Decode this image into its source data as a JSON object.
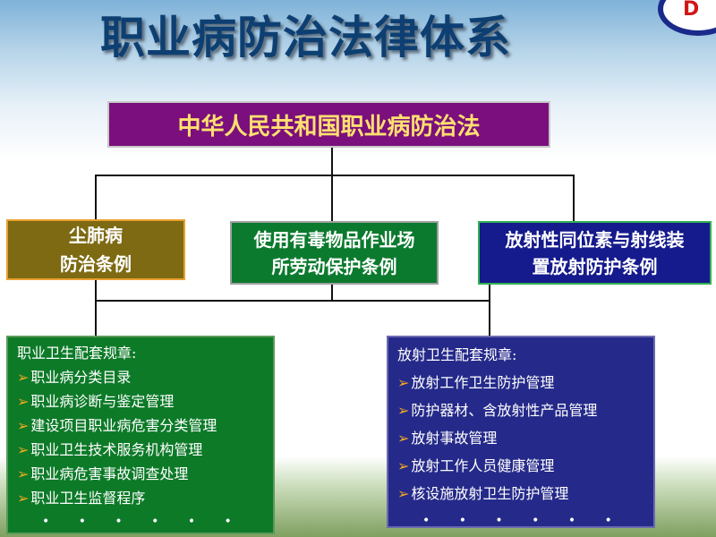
{
  "title": "职业病防治法律体系",
  "logo": {
    "text": "D"
  },
  "law": "中华人民共和国职业病防治法",
  "regulations": [
    {
      "line1": "尘肺病",
      "line2": "防治条例"
    },
    {
      "line1": "使用有毒物品作业场",
      "line2": "所劳动保护条例"
    },
    {
      "line1": "放射性同位素与射线装",
      "line2": "置放射防护条例"
    }
  ],
  "occupational": {
    "heading": "职业卫生配套规章:",
    "items": [
      "职业病分类目录",
      "职业病诊断与鉴定管理",
      "建设项目职业病危害分类管理",
      "职业卫生技术服务机构管理",
      "职业病危害事故调查处理",
      "职业卫生监督程序"
    ],
    "more": "• • •  • • •"
  },
  "radiation": {
    "heading": "放射卫生配套规章:",
    "items": [
      "放射工作卫生防护管理",
      "防护器材、含放射性产品管理",
      "放射事故管理",
      "放射工作人员健康管理",
      "核设施放射卫生防护管理"
    ],
    "more": "• • •  • • •"
  },
  "bullet": "➢"
}
